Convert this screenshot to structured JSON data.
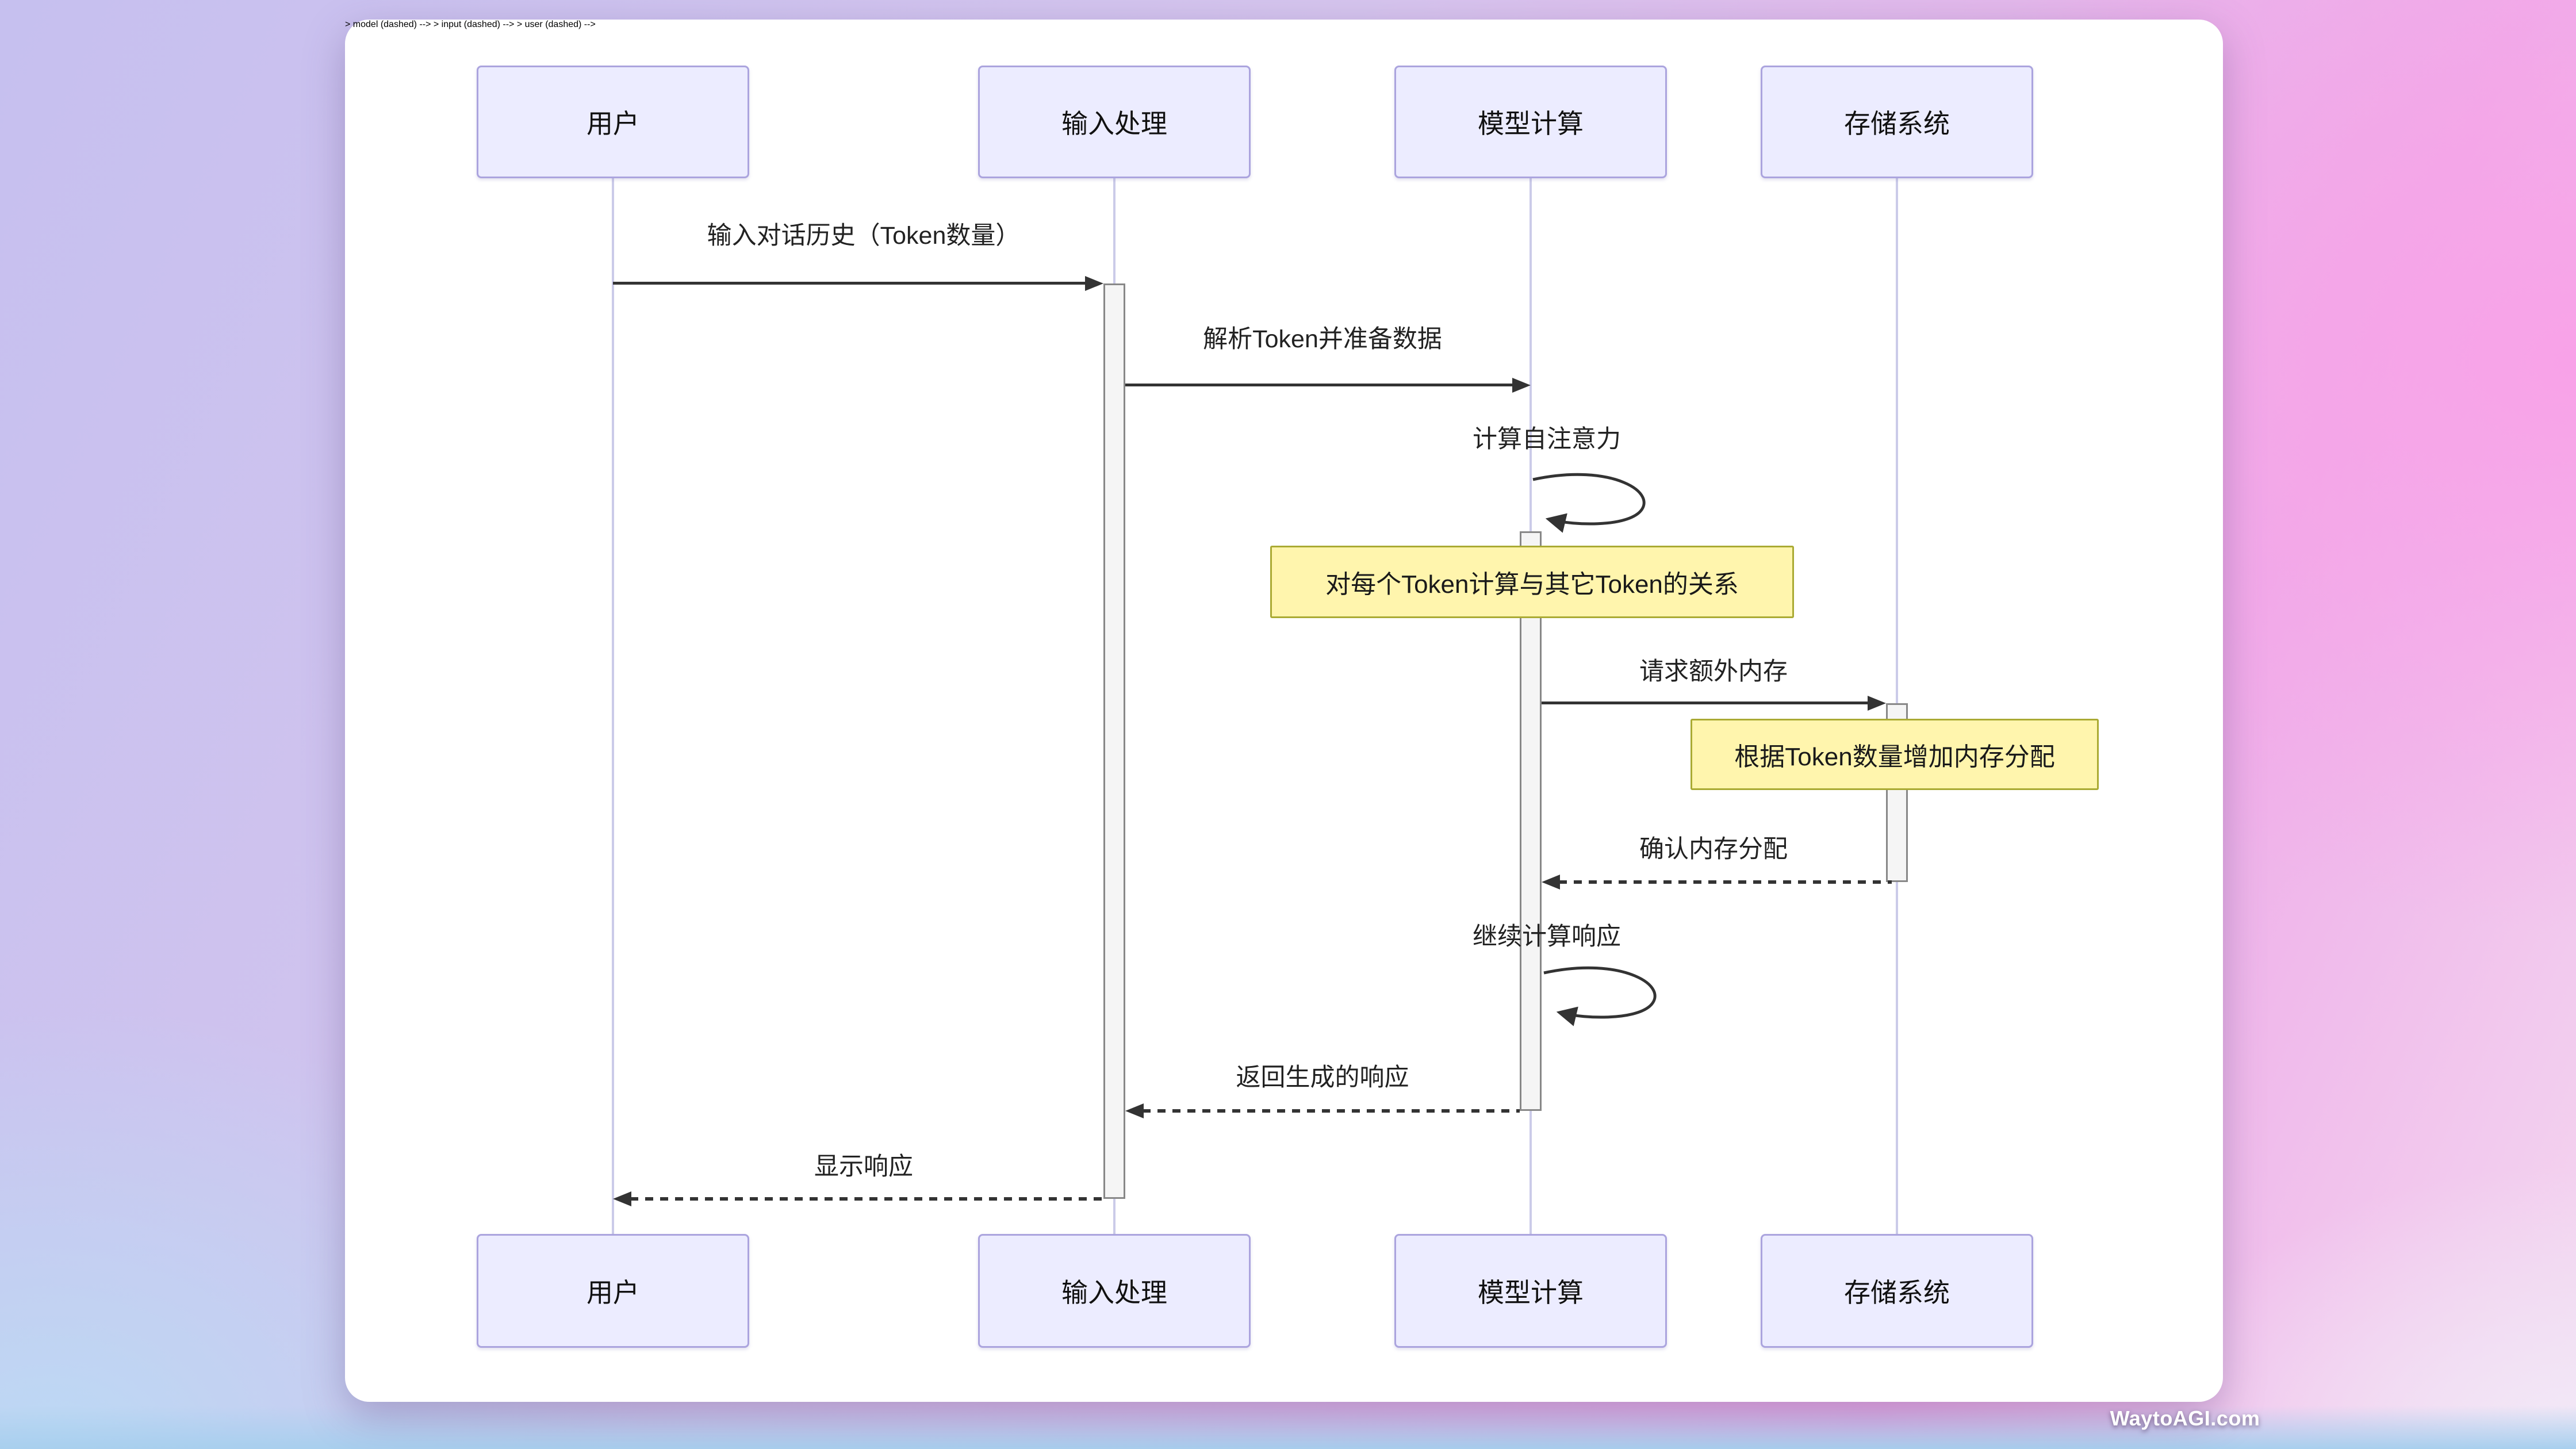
{
  "diagram": {
    "actors": [
      {
        "label": "用户"
      },
      {
        "label": "输入处理"
      },
      {
        "label": "模型计算"
      },
      {
        "label": "存储系统"
      }
    ],
    "messages": [
      {
        "label": "输入对话历史（Token数量）",
        "type": "solid",
        "from": "用户",
        "to": "输入处理"
      },
      {
        "label": "解析Token并准备数据",
        "type": "solid",
        "from": "输入处理",
        "to": "模型计算"
      },
      {
        "label": "计算自注意力",
        "type": "self",
        "from": "模型计算",
        "to": "模型计算"
      },
      {
        "label": "请求额外内存",
        "type": "solid",
        "from": "模型计算",
        "to": "存储系统"
      },
      {
        "label": "确认内存分配",
        "type": "dashed",
        "from": "存储系统",
        "to": "模型计算"
      },
      {
        "label": "继续计算响应",
        "type": "self",
        "from": "模型计算",
        "to": "模型计算"
      },
      {
        "label": "返回生成的响应",
        "type": "dashed",
        "from": "模型计算",
        "to": "输入处理"
      },
      {
        "label": "显示响应",
        "type": "dashed",
        "from": "输入处理",
        "to": "用户"
      }
    ],
    "notes": [
      {
        "label": "对每个Token计算与其它Token的关系",
        "over": "模型计算"
      },
      {
        "label": "根据Token数量增加内存分配",
        "over": "存储系统"
      }
    ]
  },
  "watermark": {
    "text": "WaytoAGI.com"
  },
  "colors": {
    "bg-lavender": "#C6C0EF",
    "bg-pink": "#F8A2E8",
    "bg-blue": "#BCD9F4",
    "bg-corner": "#F1E9F7",
    "bg-bottomstrip": "#A8CFEE",
    "card-bg": "#FFFFFF",
    "actor-fill": "#ECECFF",
    "actor-border": "#ABA4DE",
    "actor-text": "#111111",
    "lifeline": "#CBCBE9",
    "activation-fill": "#F5F5F5",
    "activation-border": "#888888",
    "note-fill": "#FFF5AD",
    "note-border": "#AAAA33",
    "arrow": "#333333",
    "msg-text": "#222222",
    "watermark": "#FFFFFF"
  }
}
